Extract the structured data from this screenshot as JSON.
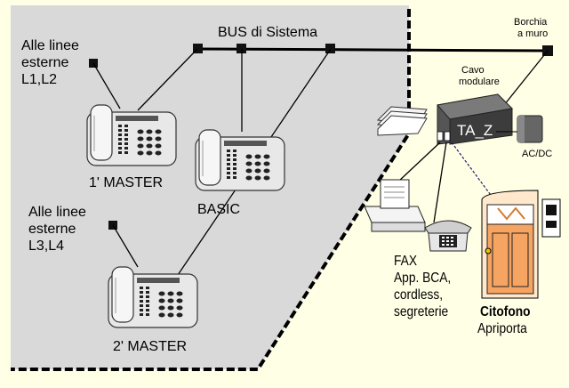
{
  "diagram": {
    "bus_label": "BUS di Sistema",
    "borchia": [
      "Borchia",
      "a muro"
    ],
    "cavo": [
      "Cavo",
      "modulare"
    ],
    "ta_z": "TA_Z",
    "acdc": "AC/DC",
    "lines_1": [
      "Alle linee",
      "esterne",
      "L1,L2"
    ],
    "lines_2": [
      "Alle linee",
      "esterne",
      "L3,L4"
    ],
    "master1": "1' MASTER",
    "basic": "BASIC",
    "master2": "2' MASTER",
    "fax_block": [
      "FAX",
      "App. BCA,",
      "cordless,",
      "segreterie"
    ],
    "citofono": [
      "Citofono",
      "Apriporta"
    ]
  }
}
